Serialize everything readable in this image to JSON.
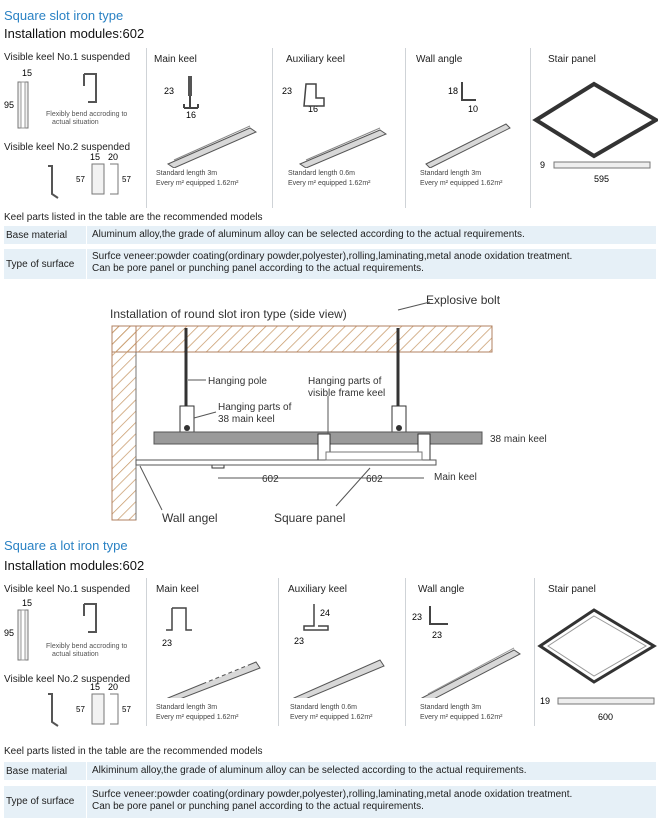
{
  "section1": {
    "title": "Square slot iron type",
    "modules": "Installation modules:602",
    "visible_keel_1": "Visible keel No.1 suspended",
    "vk1_dims": [
      "15",
      "95"
    ],
    "bend_note": [
      "Flexibly bend accroding to",
      "actual situation"
    ],
    "visible_keel_2": "Visible keel No.2 suspended",
    "vk2_dims": [
      "15",
      "20",
      "57",
      "57"
    ],
    "main_keel": {
      "label": "Main keel",
      "dims": [
        "23",
        "16"
      ],
      "spec": [
        "Standard length 3m",
        "Every m² equipped 1.62m²"
      ]
    },
    "aux_keel": {
      "label": "Auxiliary keel",
      "dims": [
        "23",
        "16"
      ],
      "spec": [
        "Standard length 0.6m",
        "Every m² equipped 1.62m²"
      ]
    },
    "wall_angle": {
      "label": "Wall angle",
      "dims": [
        "18",
        "10"
      ],
      "spec": [
        "Standard length 3m",
        "Every m² equipped 1.62m²"
      ]
    },
    "stair_panel": {
      "label": "Stair panel",
      "dims": [
        "9",
        "595"
      ]
    },
    "keel_note": "Keel parts listed in the table are the recommended models",
    "base_material_label": "Base material",
    "base_material_value": "Aluminum alloy,the grade of aluminum alloy can be selected according to the actual requirements.",
    "surface_label": "Type of surface",
    "surface_value_1": "Surfce veneer:powder coating(ordinary powder,polyester),rolling,laminating,metal anode oxidation treatment.",
    "surface_value_2": "Can be pore panel or punching panel according to the actual requirements."
  },
  "diagram": {
    "title": "Installation of round slot iron type (side view)",
    "explosive_bolt": "Explosive bolt",
    "hanging_pole": "Hanging pole",
    "hanging_parts_38_1": "Hanging parts of",
    "hanging_parts_38_2": "38 main keel",
    "hanging_parts_vf_1": "Hanging parts of",
    "hanging_parts_vf_2": "visible frame keel",
    "main_keel_38": "38 main keel",
    "dim_602_a": "602",
    "dim_602_b": "602",
    "main_keel": "Main keel",
    "wall_angel": "Wall angel",
    "square_panel": "Square panel"
  },
  "section2": {
    "title": "Square a lot iron type",
    "modules": "Installation modules:602",
    "visible_keel_1": "Visible keel No.1 suspended",
    "vk1_dims": [
      "15",
      "95"
    ],
    "bend_note": [
      "Flexibly bend accroding to",
      "actual situation"
    ],
    "visible_keel_2": "Visible keel No.2 suspended",
    "vk2_dims": [
      "15",
      "20",
      "57",
      "57"
    ],
    "main_keel": {
      "label": "Main keel",
      "dims": [
        "23"
      ],
      "spec": [
        "Standard length 3m",
        "Every m² equipped 1.62m²"
      ]
    },
    "aux_keel": {
      "label": "Auxiliary keel",
      "dims": [
        "24",
        "23"
      ],
      "spec": [
        "Standard length 0.6m",
        "Every m² equipped 1.62m²"
      ]
    },
    "wall_angle": {
      "label": "Wall angle",
      "dims": [
        "23",
        "23"
      ],
      "spec": [
        "Standard length 3m",
        "Every m² equipped 1.62m²"
      ]
    },
    "stair_panel": {
      "label": "Stair panel",
      "dims": [
        "19",
        "600"
      ]
    },
    "keel_note": "Keel parts listed in the table are the recommended models",
    "base_material_label": "Base material",
    "base_material_value": "Alkiminum alloy,the grade of aluminum alloy can be selected according to the actual requirements.",
    "surface_label": "Type of surface",
    "surface_value_1": "Surfce veneer:powder coating(ordinary powder,polyester),rolling,laminating,metal anode oxidation treatment.",
    "surface_value_2": "Can be pore panel or punching panel according to the actual requirements."
  }
}
